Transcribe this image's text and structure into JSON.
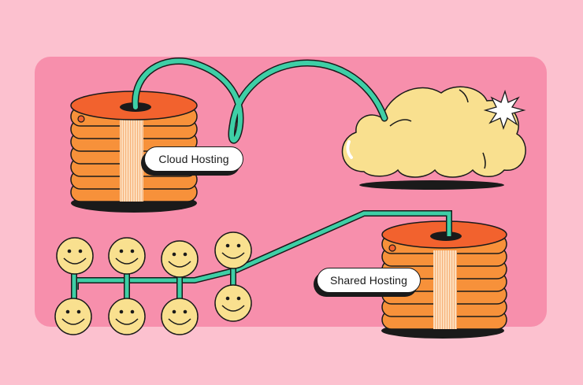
{
  "illustration": {
    "subject": "Cloud hosting vs shared hosting",
    "labels": {
      "cloud_hosting": "Cloud Hosting",
      "shared_hosting": "Shared Hosting"
    },
    "elements": {
      "server_stacks": 2,
      "server_disks_per_stack": 7,
      "cloud": 1,
      "smiley_users": 8
    },
    "colors": {
      "background": "#fcc1cf",
      "panel": "#f78fac",
      "disk_orange": "#f7913a",
      "disk_top": "#f2622e",
      "cable_teal": "#3ecfa6",
      "cloud_yellow": "#f9e08f",
      "smiley_yellow": "#f9e08f",
      "outline": "#1a1a1a"
    }
  }
}
